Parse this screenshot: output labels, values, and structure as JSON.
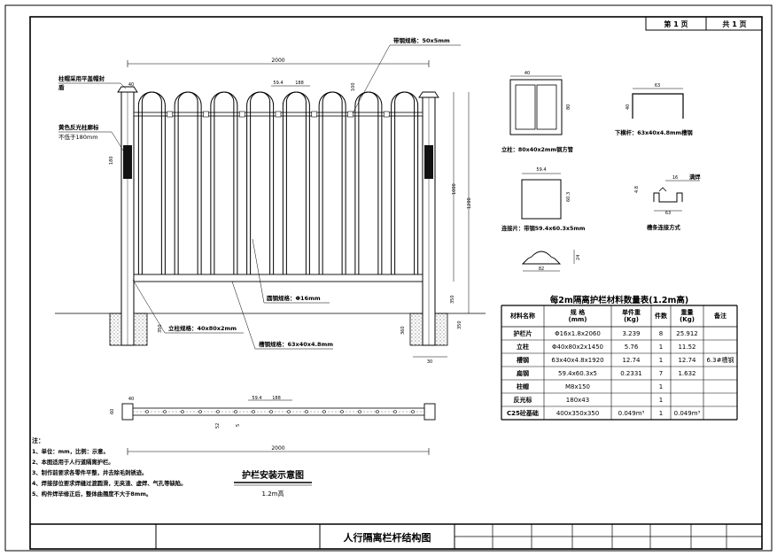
{
  "page_info": {
    "page_label": "第 1 页",
    "total_label": "共 1 页"
  },
  "drawing": {
    "title": "人行隔离栏杆结构图",
    "subtitle": "护栏安装示意图",
    "scale_note": "1.2m高",
    "cap_note_line1": "柱帽采用平盖帽封",
    "cap_note_line2": "盾",
    "reflector_note_line1": "黄色反光柱廓标",
    "reflector_note_line2": "不低于180mm",
    "flat_steel_label": "带钢规格：50x5mm",
    "round_steel_label": "圆钢规格：Φ16mm",
    "post_spec_label": "立柱规格：40x80x2mm",
    "channel_spec_label": "槽钢规格：63x40x4.8mm",
    "dim_2000": "2000",
    "dim_2000_plan": "2000",
    "dim_59_4": "59.4",
    "dim_188": "188",
    "dim_59_4_plan": "59.4",
    "dim_188_plan": "188",
    "dim_100": "100",
    "dim_1000": "1000",
    "dim_1200": "1200",
    "dim_180": "180",
    "dim_350a": "350",
    "dim_350b": "350",
    "dim_360": "360",
    "dim_350c": "350",
    "dim_40_elev": "40",
    "dim_40_plan": "40",
    "dim_30": "30",
    "dim_52": "52",
    "dim_5": "5",
    "dim_60": "60"
  },
  "details": {
    "post_caption": "立柱：80x40x2mm钢方管",
    "post_dim_40": "40",
    "post_dim_80": "80",
    "rail_caption": "下横杆：63x40x4.8mm槽钢",
    "rail_dim_63": "63",
    "rail_dim_40": "40",
    "plate_caption": "连接片：带钢59.4x60.3x5mm",
    "plate_dim_w": "59.4",
    "plate_dim_h": "60.3",
    "weld_caption": "槽条连接方式",
    "weld_label": "满焊",
    "weld_dim_16": "16",
    "weld_dim_63": "63",
    "weld_dim_48": "4.8",
    "cap_dim_82": "82",
    "cap_dim_24": "24"
  },
  "notes": {
    "heading": "注：",
    "items": [
      "1、单位：mm，比例：示意。",
      "2、本图适用于人行道隔离护栏。",
      "3、制作前要求各零件平整，并去除毛刺锈迹。",
      "4、焊接部位要求焊缝过渡圆滑，无夹渣、虚焊、气孔等缺陷。",
      "5、构件焊毕修正后，整体曲翘度不大于8mm。"
    ]
  },
  "materials_table": {
    "title": "每2m隔离护栏材料数量表(1.2m高)",
    "headers": [
      "材料名称",
      "规 格\n(mm)",
      "单件重\n(Kg)",
      "件数",
      "重量\n(Kg)",
      "备注"
    ],
    "rows": [
      [
        "护栏片",
        "Φ16x1.8x2060",
        "3.239",
        "8",
        "25.912",
        ""
      ],
      [
        "立柱",
        "Φ40x80x2x1450",
        "5.76",
        "1",
        "11.52",
        ""
      ],
      [
        "槽钢",
        "63x40x4.8x1920",
        "12.74",
        "1",
        "12.74",
        "6.3#槽钢"
      ],
      [
        "扁钢",
        "59.4x60.3x5",
        "0.2331",
        "7",
        "1.632",
        ""
      ],
      [
        "柱帽",
        "M8x150",
        "",
        "1",
        "",
        ""
      ],
      [
        "反光标",
        "180x43",
        "",
        "1",
        "",
        ""
      ],
      [
        "C25砼基础",
        "400x350x350",
        "0.049m³",
        "1",
        "0.049m³",
        ""
      ]
    ]
  }
}
